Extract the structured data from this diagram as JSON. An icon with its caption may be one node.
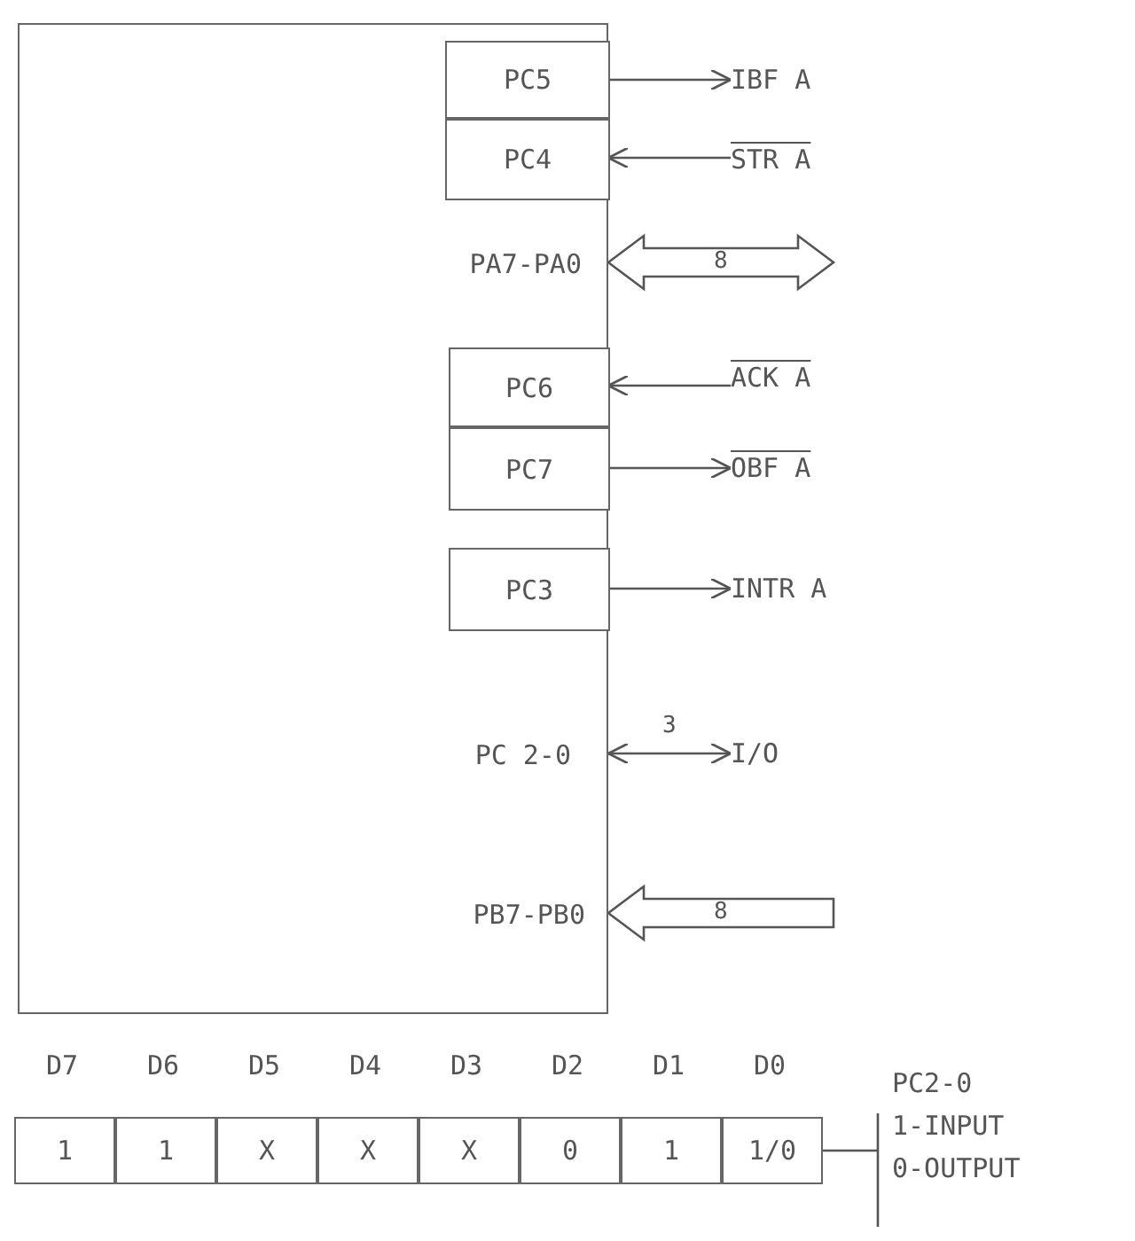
{
  "diagram": {
    "nodes": [
      {
        "text": [],
        "shape": "box"
      },
      {
        "text": [
          "PC5"
        ],
        "in": 0
      },
      {
        "text": [
          "IBF A"
        ]
      },
      {
        "text": [
          "PC4"
        ],
        "in": 0
      },
      {
        "text": [
          "STR A"
        ]
      },
      {
        "text": [
          "PA7-PA0"
        ],
        "in": 0
      },
      {
        "text": [
          "PC6"
        ],
        "in": 0
      },
      {
        "text": [
          "ACK A"
        ]
      },
      {
        "text": [
          "PC7"
        ],
        "in": 0
      },
      {
        "text": [
          "OBF A"
        ]
      },
      {
        "text": [
          "PC3"
        ],
        "in": 0
      },
      {
        "text": [
          "INTR A"
        ]
      },
      {
        "text": [
          "PC 2-0"
        ],
        "in": 0
      },
      {
        "text": [
          "I/O"
        ]
      },
      {
        "text": [
          "PB7-PB0"
        ],
        "in": 0
      },
      {
        "text": [
          "1"
        ]
      },
      {
        "text": [
          "1"
        ]
      },
      {
        "text": [
          "X"
        ]
      },
      {
        "text": [
          "X"
        ]
      },
      {
        "text": [
          "X"
        ]
      },
      {
        "text": [
          "0"
        ]
      },
      {
        "text": [
          "1"
        ]
      },
      {
        "text": [
          "1/0"
        ]
      },
      {
        "text": [
          "PC2-0",
          "1-INPUT",
          "0-OUTPUT"
        ]
      }
    ],
    "edges": [
      {
        "from": 1,
        "to": 2,
        "arrow": "to"
      },
      {
        "from": 4,
        "to": 3,
        "arrow": "to"
      },
      {
        "from": 5,
        "to": null,
        "arrow": "both",
        "label": "8",
        "style": "thick"
      },
      {
        "from": 7,
        "to": 6,
        "arrow": "to"
      },
      {
        "from": 8,
        "to": 9,
        "arrow": "to"
      },
      {
        "from": 10,
        "to": 11,
        "arrow": "to"
      },
      {
        "from": 12,
        "to": 13,
        "arrow": "both",
        "label": "3"
      },
      {
        "from": null,
        "to": 14,
        "arrow": "to",
        "label": "8",
        "style": "thick"
      },
      {
        "from": 23,
        "to": 22,
        "arrow": "none"
      }
    ],
    "labels": [
      "D7",
      "D6",
      "D5",
      "D4",
      "D3",
      "D2",
      "D1",
      "D0"
    ]
  }
}
